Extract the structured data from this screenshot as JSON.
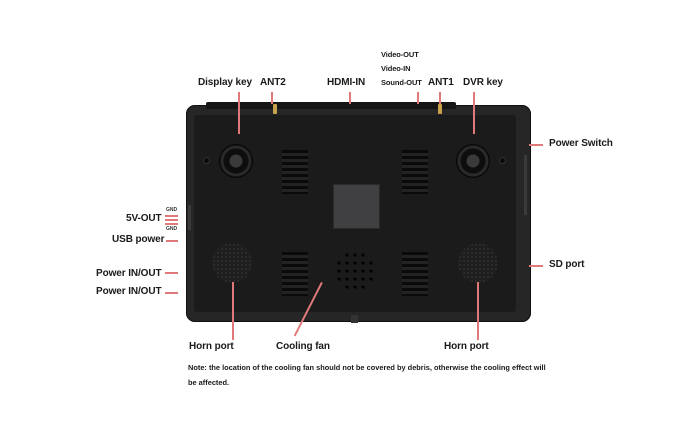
{
  "diagram": {
    "title": "Back panel port layout of monitor/DVR",
    "device": {
      "body_color": "#262627",
      "panel_color": "#1b1b1c",
      "callout_color": "#e07a7a"
    },
    "top_labels": {
      "display_key": "Display key",
      "ant2": "ANT2",
      "hdmi_in": "HDMI-IN",
      "video_out": "Video-OUT",
      "video_in": "Video-IN",
      "sound_out": "Sound-OUT",
      "ant1": "ANT1",
      "dvr_key": "DVR key"
    },
    "left_labels": {
      "gnd_top": "GND",
      "five_v_out": "5V-OUT",
      "gnd_bottom": "GND",
      "usb_power": "USB power",
      "power_in_out_1": "Power IN/OUT",
      "power_in_out_2": "Power IN/OUT"
    },
    "right_labels": {
      "power_switch": "Power Switch",
      "sd_port": "SD port"
    },
    "bottom_labels": {
      "horn_port_left": "Horn port",
      "cooling_fan": "Cooling fan",
      "horn_port_right": "Horn port"
    },
    "note": "Note: the location of the cooling fan should not be covered by debris, otherwise the cooling effect will be affected."
  }
}
